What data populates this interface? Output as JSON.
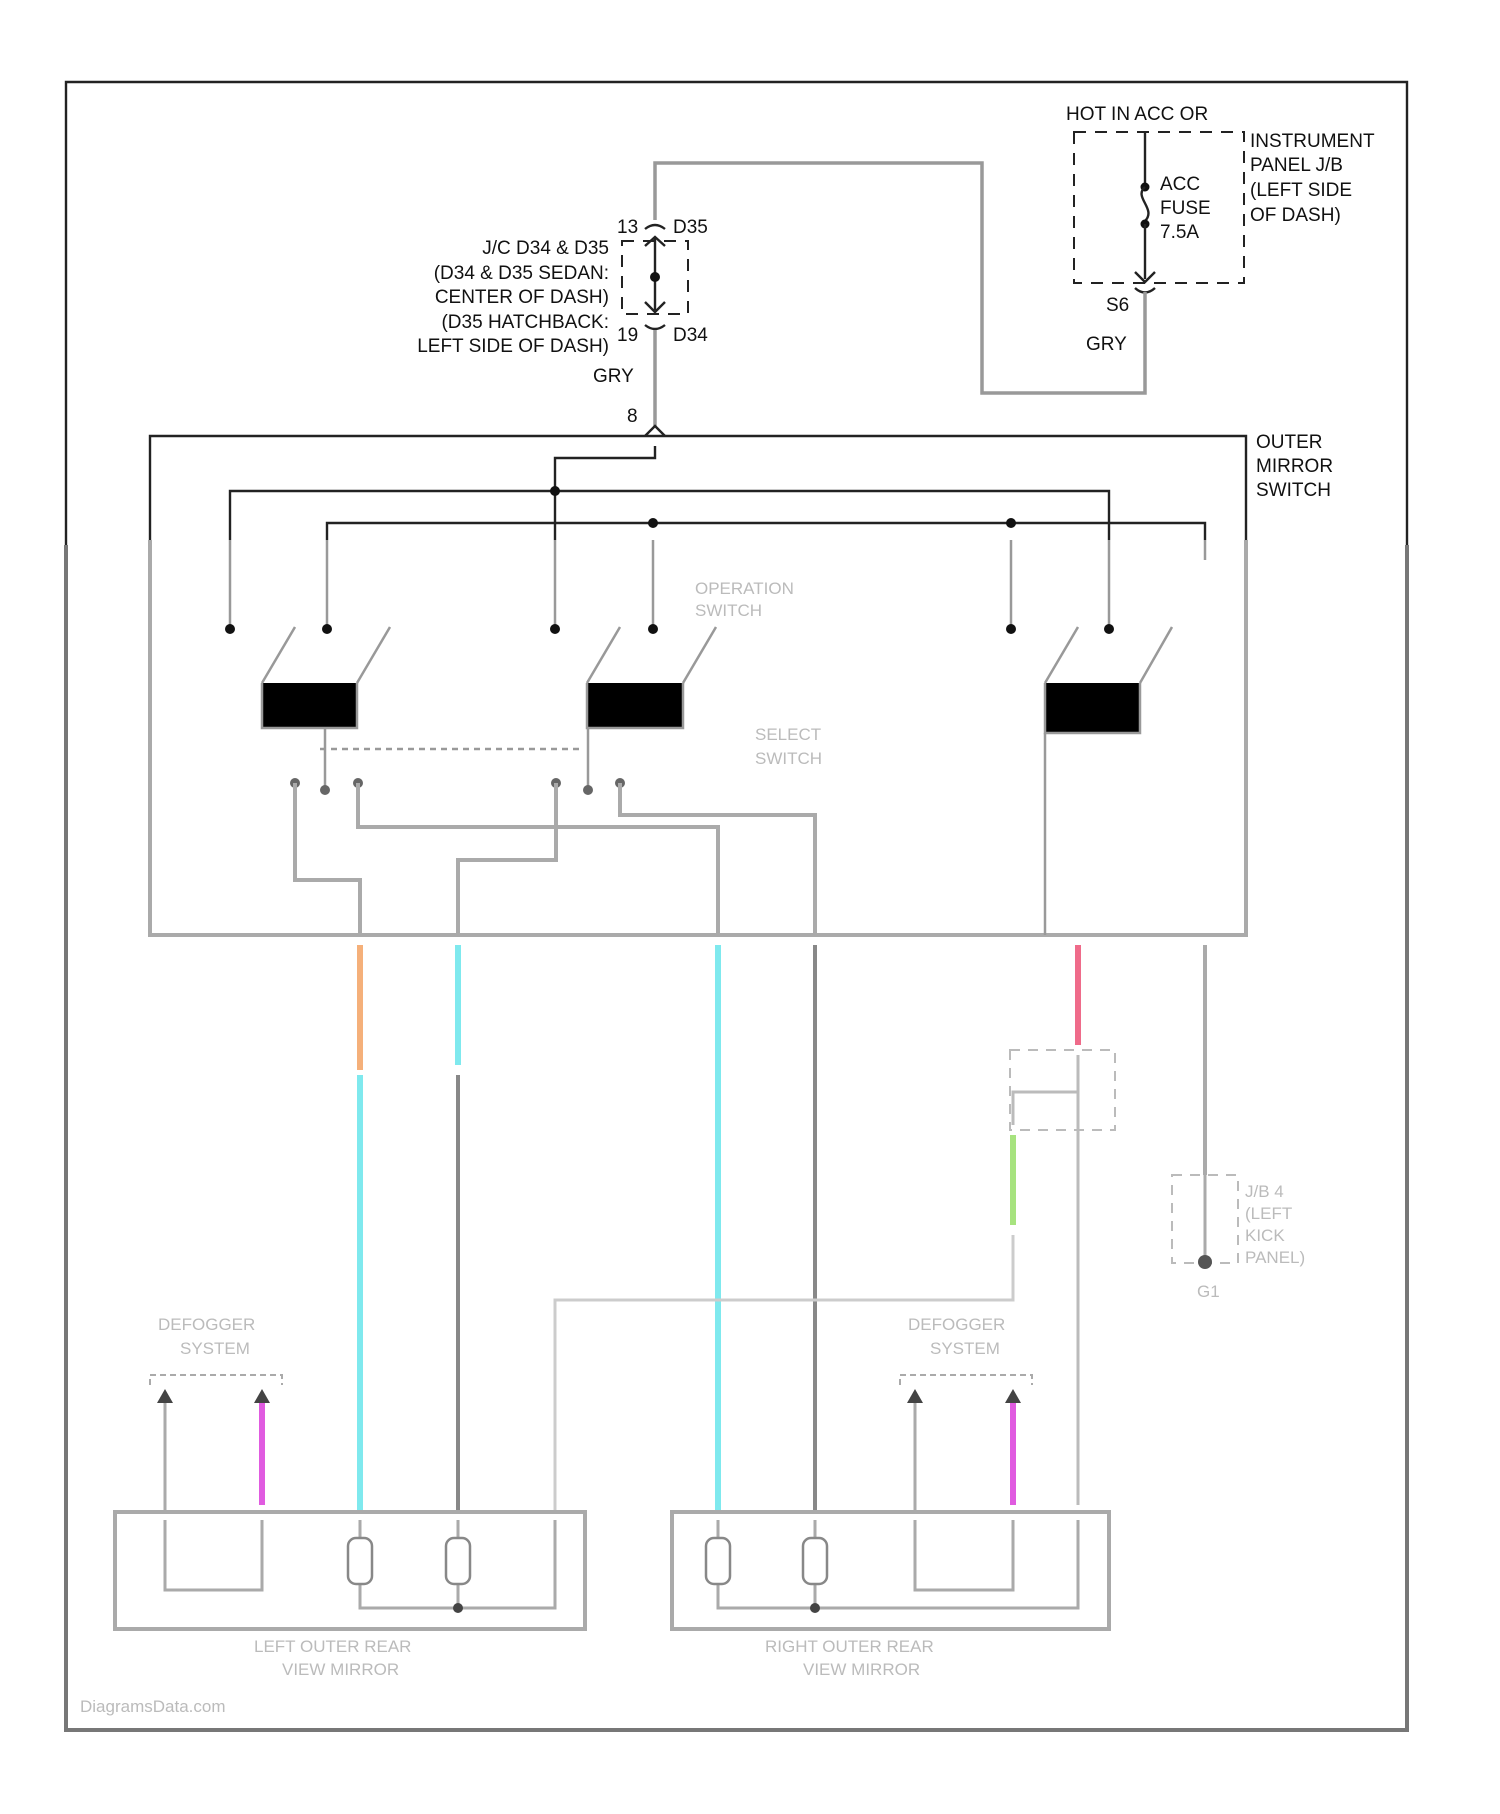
{
  "power": {
    "hot_label": "HOT IN ACC OR",
    "jb_label": [
      "INSTRUMENT",
      "PANEL J/B",
      "(LEFT SIDE",
      "OF DASH)"
    ],
    "fuse_label": [
      "ACC",
      "FUSE",
      "7.5A"
    ],
    "pin": "S6",
    "wire_color": "GRY"
  },
  "junction": {
    "label": [
      "J/C D34 & D35",
      "(D34 & D35 SEDAN:",
      "CENTER OF DASH)",
      "(D35 HATCHBACK:",
      "LEFT SIDE OF DASH)"
    ],
    "top_pin": "13",
    "top_conn": "D35",
    "bottom_pin": "19",
    "bottom_conn": "D34",
    "wire_color": "GRY"
  },
  "switch": {
    "pin": "8",
    "label": [
      "OUTER",
      "MIRROR",
      "SWITCH"
    ],
    "operation_label": [
      "OPERATION",
      "SWITCH"
    ],
    "select_label": [
      "SELECT",
      "SWITCH"
    ]
  },
  "wire_colors": {
    "orange": "#f5b07a",
    "light_blue": "#7fe9ee",
    "gray": "#999999",
    "pink": "#ef6b8a",
    "green": "#a7e37f",
    "violet": "#e05be0"
  },
  "left_mirror": {
    "label": [
      "LEFT OUTER REAR",
      "VIEW MIRROR"
    ],
    "defogger_label": [
      "DEFOGGER",
      "SYSTEM"
    ]
  },
  "right_mirror": {
    "label": [
      "RIGHT OUTER REAR",
      "VIEW MIRROR"
    ],
    "defogger_label": [
      "DEFOGGER",
      "SYSTEM"
    ]
  },
  "ground_label": [
    "J/B 4",
    "(LEFT",
    "KICK",
    "PANEL)"
  ],
  "ground_id": "G1",
  "footer": "DiagramsData.com"
}
